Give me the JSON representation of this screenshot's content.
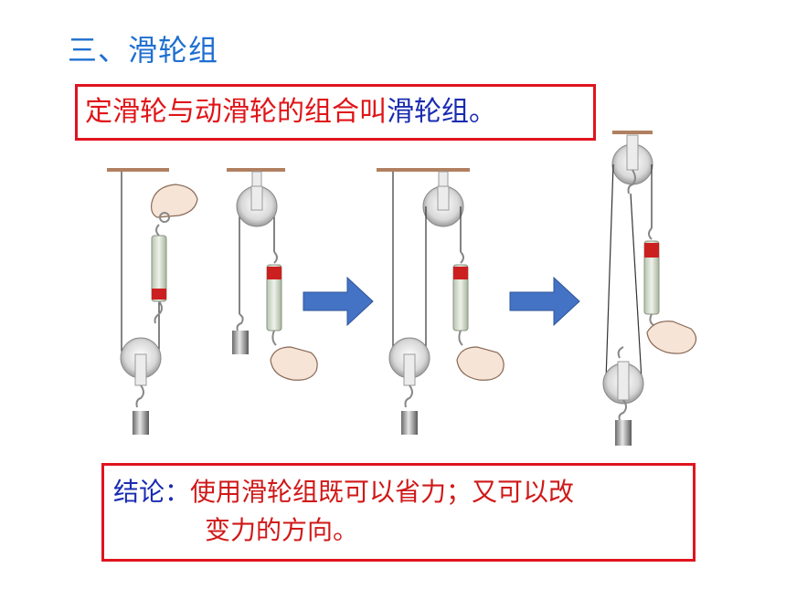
{
  "heading": "三、滑轮组",
  "definition": {
    "part1": "定滑轮与动滑轮的组合叫",
    "highlight": "滑轮组",
    "end": "。"
  },
  "conclusion": {
    "label": "结论：",
    "line1": "使用滑轮组既可以省力；又可以改",
    "line2": "变力的方向。"
  },
  "colors": {
    "heading": "#1f6fd1",
    "red": "#e01418",
    "blue": "#1a2bb0",
    "arrow": "#4472c4"
  }
}
